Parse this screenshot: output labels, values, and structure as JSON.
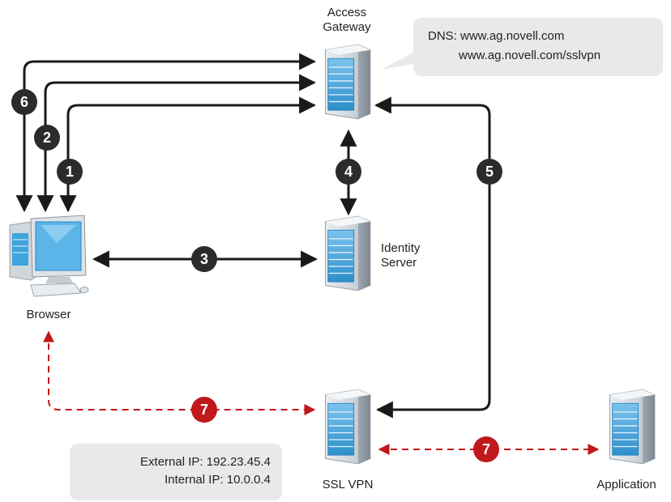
{
  "nodes": {
    "access_gateway": {
      "label_line1": "Access",
      "label_line2": "Gateway",
      "icon": "server-icon"
    },
    "identity_server": {
      "label_line1": "Identity",
      "label_line2": "Server",
      "icon": "server-icon"
    },
    "browser": {
      "label": "Browser",
      "icon": "desktop-computer-icon"
    },
    "ssl_vpn": {
      "label": "SSL VPN",
      "icon": "server-icon"
    },
    "application": {
      "label": "Application",
      "icon": "server-icon"
    }
  },
  "callouts": {
    "dns": {
      "line1": "DNS: www.ag.novell.com",
      "line2": "www.ag.novell.com/sslvpn"
    },
    "ip": {
      "line1": "External IP: 192.23.45.4",
      "line2": "Internal IP: 10.0.0.4"
    }
  },
  "steps": {
    "s1": "1",
    "s2": "2",
    "s3": "3",
    "s4": "4",
    "s5": "5",
    "s6": "6",
    "s7a": "7",
    "s7b": "7"
  },
  "colors": {
    "solid_arrow": "#1a1a1a",
    "dashed_arrow": "#c0181b",
    "badge_dark": "#2b2b2b",
    "badge_red": "#c0181b",
    "server_blue": "#3fa3dc",
    "callout_bg": "#e9e9e9"
  }
}
